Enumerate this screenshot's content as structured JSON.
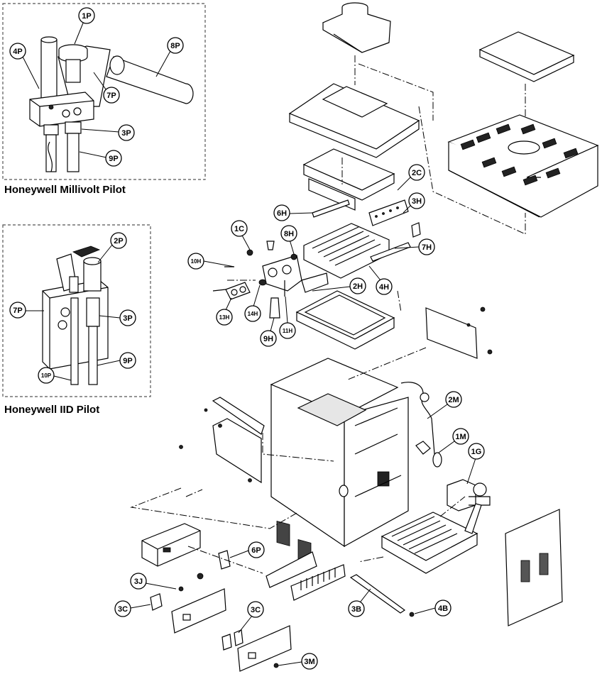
{
  "captions": {
    "millivolt": "Honeywell Millivolt Pilot",
    "iid": "Honeywell IID Pilot"
  },
  "callouts": {
    "c1P": "1P",
    "c4P": "4P",
    "c8P": "8P",
    "c7P_a": "7P",
    "c3P_a": "3P",
    "c9P_a": "9P",
    "c2P": "2P",
    "c7P_b": "7P",
    "c3P_b": "3P",
    "c9P_b": "9P",
    "c10P": "10P",
    "c2C": "2C",
    "c3H": "3H",
    "c6H": "6H",
    "c1C": "1C",
    "c8H": "8H",
    "c7H": "7H",
    "c10H": "10H",
    "c2H": "2H",
    "c4H": "4H",
    "c13H": "13H",
    "c14H": "14H",
    "c9H": "9H",
    "c11H": "11H",
    "c2M": "2M",
    "c1M": "1M",
    "c1G": "1G",
    "c6P": "6P",
    "c3J": "3J",
    "c3C_a": "3C",
    "c3C_b": "3C",
    "c3B": "3B",
    "c4B": "4B",
    "c3M": "3M"
  }
}
